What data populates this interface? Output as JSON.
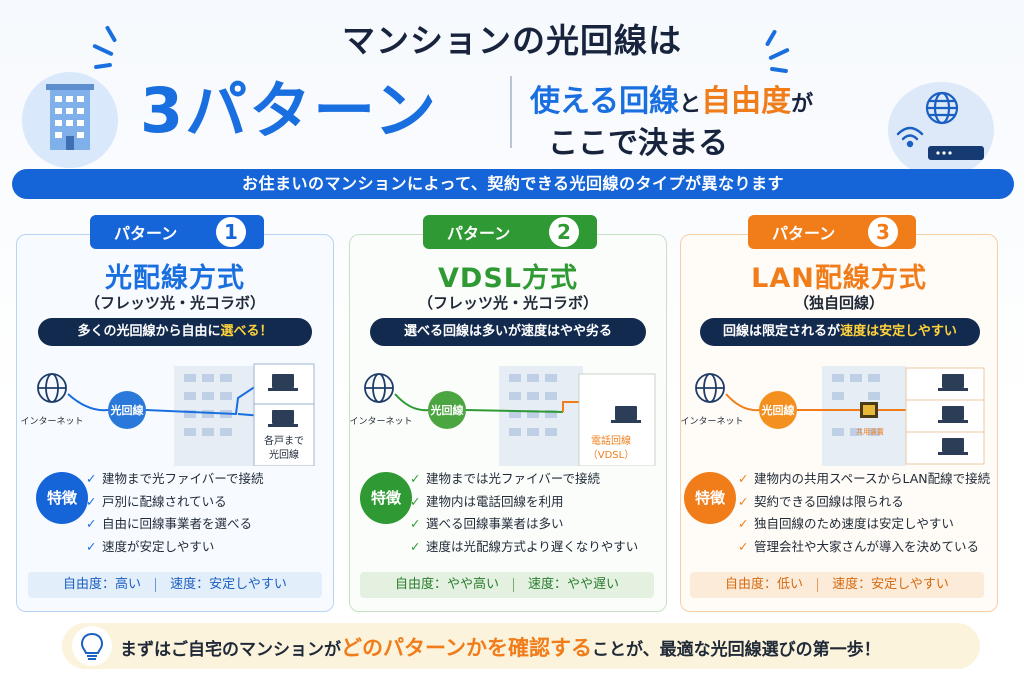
{
  "header": {
    "title_line1": "マンションの光回線は",
    "title_big": "3パターン",
    "subtitle_a": "使える回線",
    "subtitle_b": "と",
    "subtitle_c": "自由度",
    "subtitle_d": "が",
    "subtitle_line2": "ここで決まる"
  },
  "banner": "お住まいのマンションによって、契約できる光回線のタイプが異なります",
  "patterns": [
    {
      "tag": "パターン",
      "num": "1",
      "title": "光配線方式",
      "subtitle": "（フレッツ光・光コラボ）",
      "pill_a": "多くの光回線から自由に",
      "pill_b": "選べる！",
      "diagram": {
        "internet": "インターネット",
        "line": "光回線",
        "note_1": "各戸まで",
        "note_2": "光回線"
      },
      "feature_label": "特徴",
      "features": [
        "建物まで光ファイバーで接続",
        "戸別に配線されている",
        "自由に回線事業者を選べる",
        "速度が安定しやすい"
      ],
      "freedom": "自由度：高い",
      "speed": "速度：安定しやすい",
      "color": "#1a6fe0"
    },
    {
      "tag": "パターン",
      "num": "2",
      "title": "VDSL方式",
      "subtitle": "（フレッツ光・光コラボ）",
      "pill_a": "選べる回線は多いが速度はやや劣る",
      "pill_b": "",
      "diagram": {
        "internet": "インターネット",
        "line": "光回線",
        "note_1": "電話回線",
        "note_2": "（VDSL）"
      },
      "feature_label": "特徴",
      "features": [
        "建物までは光ファイバーで接続",
        "建物内は電話回線を利用",
        "選べる回線事業者は多い",
        "速度は光配線方式より遅くなりやすい"
      ],
      "freedom": "自由度：やや高い",
      "speed": "速度：やや遅い",
      "color": "#2f9a34"
    },
    {
      "tag": "パターン",
      "num": "3",
      "title": "LAN配線方式",
      "subtitle": "（独自回線）",
      "pill_a": "回線は限定されるが",
      "pill_b": "速度は安定しやすい",
      "diagram": {
        "internet": "インターネット",
        "line": "光回線",
        "note_1": "共用装置",
        "note_2": ""
      },
      "feature_label": "特徴",
      "features": [
        "建物内の共用スペースからLAN配線で接続",
        "契約できる回線は限られる",
        "独自回線のため速度は安定しやすい",
        "管理会社や大家さんが導入を決めている"
      ],
      "freedom": "自由度：低い",
      "speed": "速度：安定しやすい",
      "color": "#f07d1a"
    }
  ],
  "tip": {
    "a": "まずはご自宅のマンションが",
    "b": "どのパターンかを確認する",
    "c": "ことが、最適な光回線選びの第一歩！"
  },
  "colors": {
    "blue": "#1a6fe0",
    "green": "#2f9a34",
    "orange": "#f07d1a",
    "navy": "#132a4f"
  },
  "icons": [
    "building-icon",
    "globe-icon",
    "wifi-icon",
    "router-icon",
    "laptop-icon",
    "check-icon",
    "lightbulb-icon"
  ]
}
